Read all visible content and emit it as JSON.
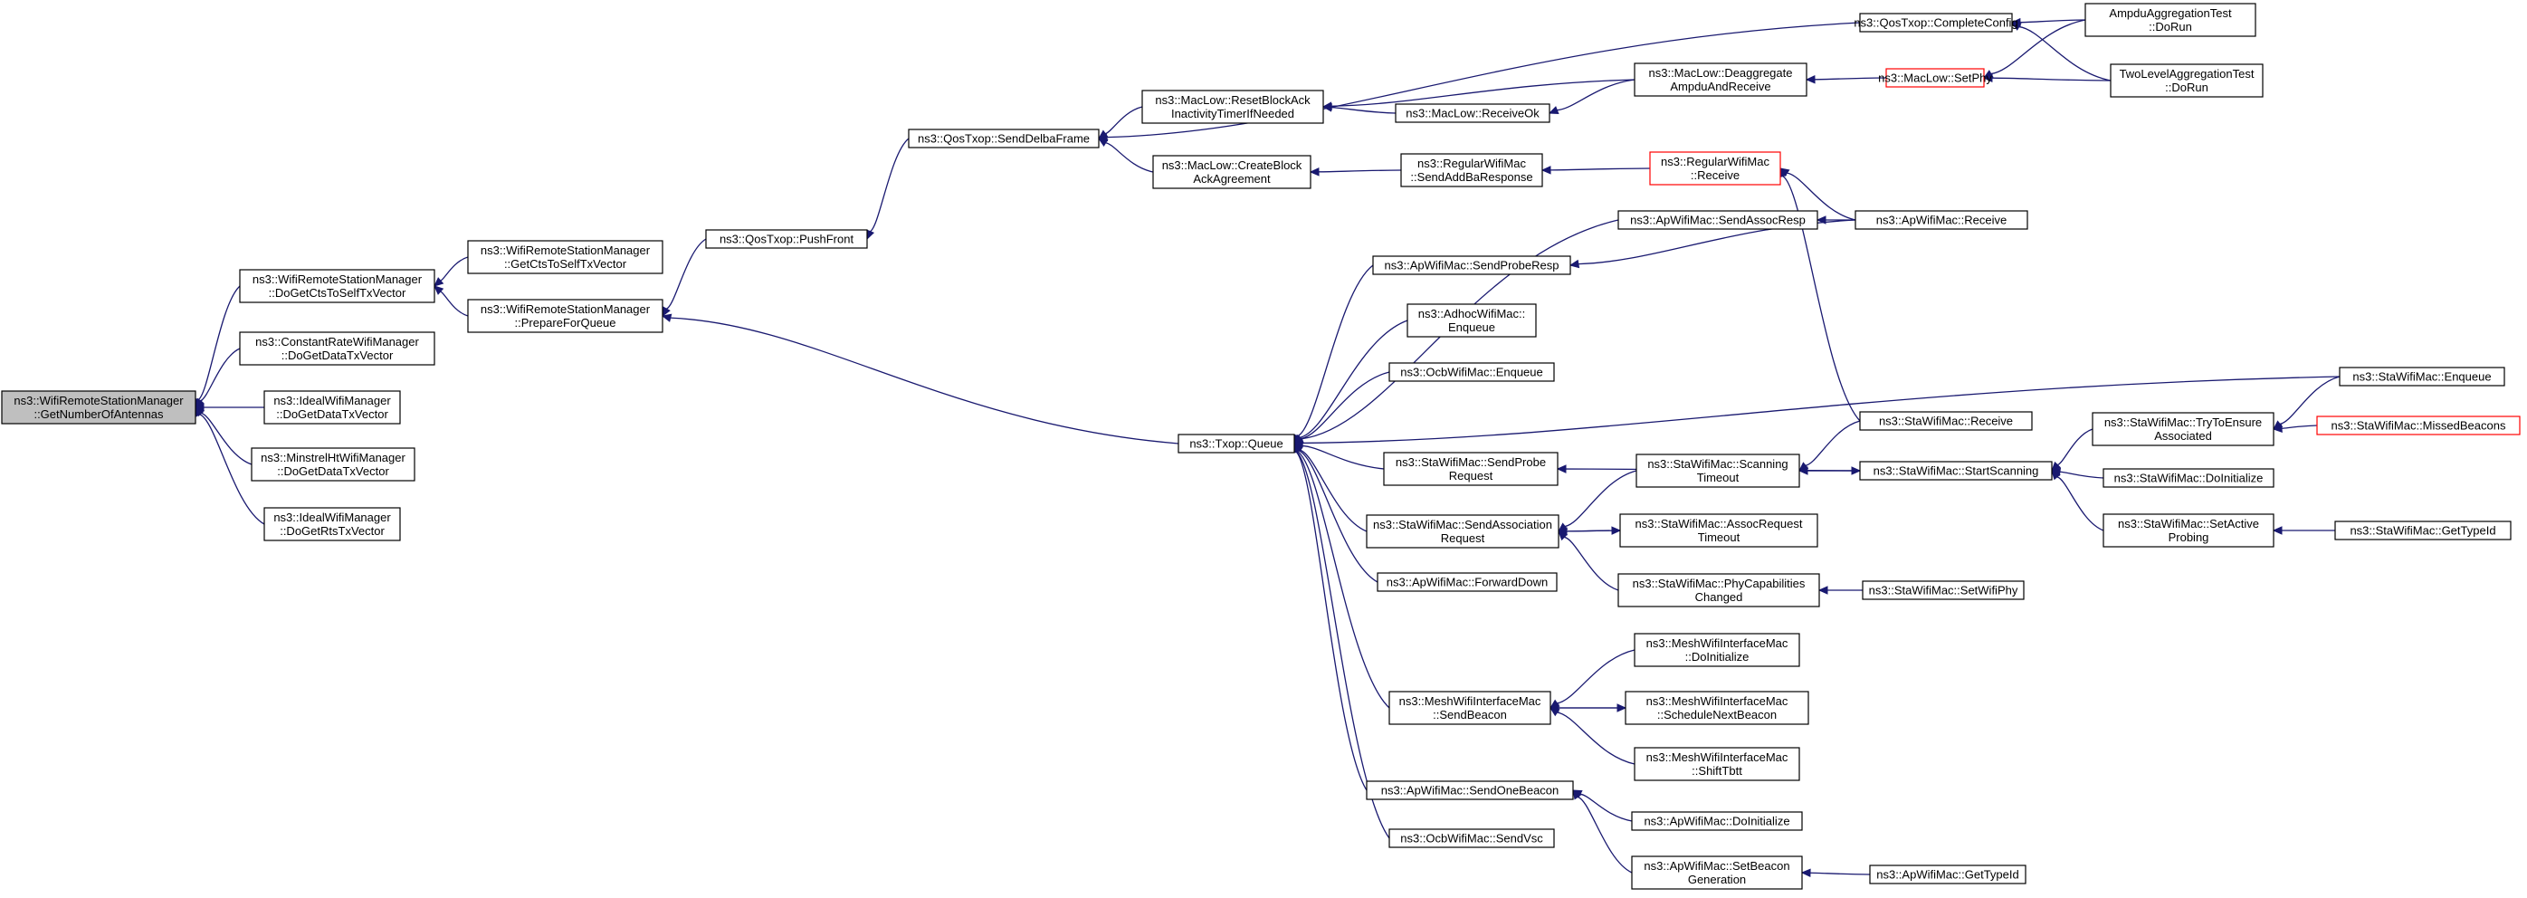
{
  "graph": {
    "title": "",
    "colors": {
      "edge": "#191970",
      "node_border": "#000000",
      "truncated_border": "#ff0000",
      "root_fill": "#bfbfbf"
    },
    "nodes": [
      {
        "id": "root",
        "lines": [
          "ns3::WifiRemoteStationManager",
          "::GetNumberOfAntennas"
        ],
        "style": "root"
      },
      {
        "id": "dgcts",
        "lines": [
          "ns3::WifiRemoteStationManager",
          "::DoGetCtsToSelfTxVector"
        ]
      },
      {
        "id": "crdata",
        "lines": [
          "ns3::ConstantRateWifiManager",
          "::DoGetDataTxVector"
        ]
      },
      {
        "id": "iddata",
        "lines": [
          "ns3::IdealWifiManager",
          "::DoGetDataTxVector"
        ]
      },
      {
        "id": "mhdata",
        "lines": [
          "ns3::MinstrelHtWifiManager",
          "::DoGetDataTxVector"
        ]
      },
      {
        "id": "idrts",
        "lines": [
          "ns3::IdealWifiManager",
          "::DoGetRtsTxVector"
        ]
      },
      {
        "id": "getcts",
        "lines": [
          "ns3::WifiRemoteStationManager",
          "::GetCtsToSelfTxVector"
        ]
      },
      {
        "id": "prepq",
        "lines": [
          "ns3::WifiRemoteStationManager",
          "::PrepareForQueue"
        ]
      },
      {
        "id": "qospush",
        "lines": [
          "ns3::QosTxop::PushFront"
        ]
      },
      {
        "id": "sdelba",
        "lines": [
          "ns3::QosTxop::SendDelbaFrame"
        ]
      },
      {
        "id": "txopq",
        "lines": [
          "ns3::Txop::Queue"
        ]
      },
      {
        "id": "compcfg",
        "lines": [
          "ns3::QosTxop::CompleteConfig"
        ]
      },
      {
        "id": "resetba",
        "lines": [
          "ns3::MacLow::ResetBlockAck",
          "InactivityTimerIfNeeded"
        ]
      },
      {
        "id": "createba",
        "lines": [
          "ns3::MacLow::CreateBlock",
          "AckAgreement"
        ]
      },
      {
        "id": "deagg",
        "lines": [
          "ns3::MacLow::Deaggregate",
          "AmpduAndReceive"
        ]
      },
      {
        "id": "recvok",
        "lines": [
          "ns3::MacLow::ReceiveOk"
        ]
      },
      {
        "id": "addba",
        "lines": [
          "ns3::RegularWifiMac",
          "::SendAddBaResponse"
        ]
      },
      {
        "id": "setphy",
        "lines": [
          "ns3::MacLow::SetPhy"
        ],
        "style": "trunc"
      },
      {
        "id": "ampdu",
        "lines": [
          "AmpduAggregationTest",
          "::DoRun"
        ]
      },
      {
        "id": "twolvl",
        "lines": [
          "TwoLevelAggregationTest",
          "::DoRun"
        ]
      },
      {
        "id": "regrecv",
        "lines": [
          "ns3::RegularWifiMac",
          "::Receive"
        ],
        "style": "trunc"
      },
      {
        "id": "apassoc",
        "lines": [
          "ns3::ApWifiMac::SendAssocResp"
        ]
      },
      {
        "id": "aprecv",
        "lines": [
          "ns3::ApWifiMac::Receive"
        ]
      },
      {
        "id": "approbe",
        "lines": [
          "ns3::ApWifiMac::SendProbeResp"
        ]
      },
      {
        "id": "adhocenq",
        "lines": [
          "ns3::AdhocWifiMac::",
          "Enqueue"
        ]
      },
      {
        "id": "ocbenq",
        "lines": [
          "ns3::OcbWifiMac::Enqueue"
        ]
      },
      {
        "id": "staenq",
        "lines": [
          "ns3::StaWifiMac::Enqueue"
        ]
      },
      {
        "id": "starecv",
        "lines": [
          "ns3::StaWifiMac::Receive"
        ]
      },
      {
        "id": "staprobe",
        "lines": [
          "ns3::StaWifiMac::SendProbe",
          "Request"
        ]
      },
      {
        "id": "stascanto",
        "lines": [
          "ns3::StaWifiMac::Scanning",
          "Timeout"
        ]
      },
      {
        "id": "stastart",
        "lines": [
          "ns3::StaWifiMac::StartScanning"
        ]
      },
      {
        "id": "statry",
        "lines": [
          "ns3::StaWifiMac::TryToEnsure",
          "Associated"
        ]
      },
      {
        "id": "stamissed",
        "lines": [
          "ns3::StaWifiMac::MissedBeacons"
        ],
        "style": "trunc"
      },
      {
        "id": "stainit",
        "lines": [
          "ns3::StaWifiMac::DoInitialize"
        ]
      },
      {
        "id": "staactive",
        "lines": [
          "ns3::StaWifiMac::SetActive",
          "Probing"
        ]
      },
      {
        "id": "statype",
        "lines": [
          "ns3::StaWifiMac::GetTypeId"
        ]
      },
      {
        "id": "staassocreq",
        "lines": [
          "ns3::StaWifiMac::SendAssociation",
          "Request"
        ]
      },
      {
        "id": "staassocto",
        "lines": [
          "ns3::StaWifiMac::AssocRequest",
          "Timeout"
        ]
      },
      {
        "id": "staphycap",
        "lines": [
          "ns3::StaWifiMac::PhyCapabilities",
          "Changed"
        ]
      },
      {
        "id": "stasetphy",
        "lines": [
          "ns3::StaWifiMac::SetWifiPhy"
        ]
      },
      {
        "id": "apfwd",
        "lines": [
          "ns3::ApWifiMac::ForwardDown"
        ]
      },
      {
        "id": "meshsend",
        "lines": [
          "ns3::MeshWifiInterfaceMac",
          "::SendBeacon"
        ]
      },
      {
        "id": "meshinit",
        "lines": [
          "ns3::MeshWifiInterfaceMac",
          "::DoInitialize"
        ]
      },
      {
        "id": "meshsched",
        "lines": [
          "ns3::MeshWifiInterfaceMac",
          "::ScheduleNextBeacon"
        ]
      },
      {
        "id": "meshshift",
        "lines": [
          "ns3::MeshWifiInterfaceMac",
          "::ShiftTbtt"
        ]
      },
      {
        "id": "aponebeacon",
        "lines": [
          "ns3::ApWifiMac::SendOneBeacon"
        ]
      },
      {
        "id": "apinit",
        "lines": [
          "ns3::ApWifiMac::DoInitialize"
        ]
      },
      {
        "id": "apsetbeacon",
        "lines": [
          "ns3::ApWifiMac::SetBeacon",
          "Generation"
        ]
      },
      {
        "id": "aptype",
        "lines": [
          "ns3::ApWifiMac::GetTypeId"
        ]
      },
      {
        "id": "ocbvsc",
        "lines": [
          "ns3::OcbWifiMac::SendVsc"
        ]
      }
    ],
    "edges": [
      {
        "from": "dgcts",
        "to": "root"
      },
      {
        "from": "crdata",
        "to": "root"
      },
      {
        "from": "iddata",
        "to": "root"
      },
      {
        "from": "mhdata",
        "to": "root"
      },
      {
        "from": "idrts",
        "to": "root"
      },
      {
        "from": "getcts",
        "to": "dgcts"
      },
      {
        "from": "prepq",
        "to": "dgcts"
      },
      {
        "from": "qospush",
        "to": "prepq"
      },
      {
        "from": "txopq",
        "to": "prepq"
      },
      {
        "from": "sdelba",
        "to": "qospush"
      },
      {
        "from": "compcfg",
        "to": "sdelba"
      },
      {
        "from": "resetba",
        "to": "sdelba"
      },
      {
        "from": "createba",
        "to": "sdelba"
      },
      {
        "from": "deagg",
        "to": "resetba"
      },
      {
        "from": "recvok",
        "to": "resetba"
      },
      {
        "from": "deagg",
        "to": "recvok"
      },
      {
        "from": "setphy",
        "to": "deagg"
      },
      {
        "from": "ampdu",
        "to": "setphy"
      },
      {
        "from": "twolvl",
        "to": "setphy"
      },
      {
        "from": "ampdu",
        "to": "compcfg"
      },
      {
        "from": "twolvl",
        "to": "compcfg"
      },
      {
        "from": "addba",
        "to": "createba"
      },
      {
        "from": "regrecv",
        "to": "addba"
      },
      {
        "from": "aprecv",
        "to": "regrecv"
      },
      {
        "from": "starecv",
        "to": "regrecv"
      },
      {
        "from": "aprecv",
        "to": "apassoc"
      },
      {
        "from": "aprecv",
        "to": "approbe"
      },
      {
        "from": "apassoc",
        "to": "txopq"
      },
      {
        "from": "approbe",
        "to": "txopq"
      },
      {
        "from": "adhocenq",
        "to": "txopq"
      },
      {
        "from": "ocbenq",
        "to": "txopq"
      },
      {
        "from": "staenq",
        "to": "txopq"
      },
      {
        "from": "staprobe",
        "to": "txopq"
      },
      {
        "from": "staassocreq",
        "to": "txopq"
      },
      {
        "from": "apfwd",
        "to": "txopq"
      },
      {
        "from": "meshsend",
        "to": "txopq"
      },
      {
        "from": "aponebeacon",
        "to": "txopq"
      },
      {
        "from": "ocbvsc",
        "to": "txopq"
      },
      {
        "from": "stastart",
        "to": "staprobe"
      },
      {
        "from": "starecv",
        "to": "stascanto"
      },
      {
        "from": "stastart",
        "to": "stascanto"
      },
      {
        "from": "stascanto",
        "to": "stastart"
      },
      {
        "from": "statry",
        "to": "stastart"
      },
      {
        "from": "stainit",
        "to": "stastart"
      },
      {
        "from": "staactive",
        "to": "stastart"
      },
      {
        "from": "staenq",
        "to": "statry"
      },
      {
        "from": "stamissed",
        "to": "statry"
      },
      {
        "from": "statype",
        "to": "staactive"
      },
      {
        "from": "stascanto",
        "to": "staassocreq"
      },
      {
        "from": "staassocto",
        "to": "staassocreq"
      },
      {
        "from": "staassocreq",
        "to": "staassocto"
      },
      {
        "from": "staphycap",
        "to": "staassocreq"
      },
      {
        "from": "stasetphy",
        "to": "staphycap"
      },
      {
        "from": "meshinit",
        "to": "meshsend"
      },
      {
        "from": "meshsched",
        "to": "meshsend"
      },
      {
        "from": "meshsend",
        "to": "meshsched"
      },
      {
        "from": "meshshift",
        "to": "meshsend"
      },
      {
        "from": "apinit",
        "to": "aponebeacon"
      },
      {
        "from": "apsetbeacon",
        "to": "aponebeacon"
      },
      {
        "from": "aptype",
        "to": "apsetbeacon"
      }
    ]
  }
}
